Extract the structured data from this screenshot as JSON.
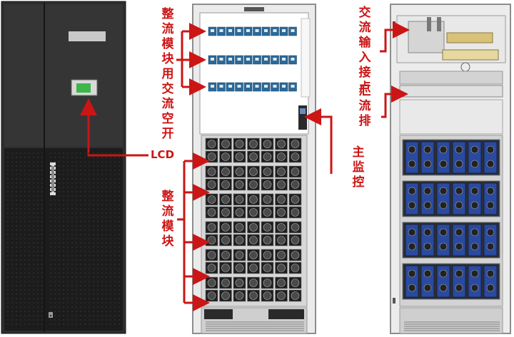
{
  "labels": {
    "lcd": "LCD",
    "rectifier_breakers": "整流模块用交流空开",
    "rectifier_modules": "整流模块",
    "main_monitor": "主监控",
    "ac_input_terminal": "交流输入接点",
    "busbar": "汇流排"
  },
  "colors": {
    "annotation": "#cc1515",
    "cabinet_exterior": "#2b2b2b",
    "cabinet_frame": "#9a9a9a",
    "module_fill": "#1e1e1e",
    "breaker_fill": "#2a6a9a",
    "blue_module": "#2a4aa0"
  },
  "icons": {
    "lcd_screen": "lcd-screen-icon",
    "door_handle": "door-handle-icon"
  }
}
